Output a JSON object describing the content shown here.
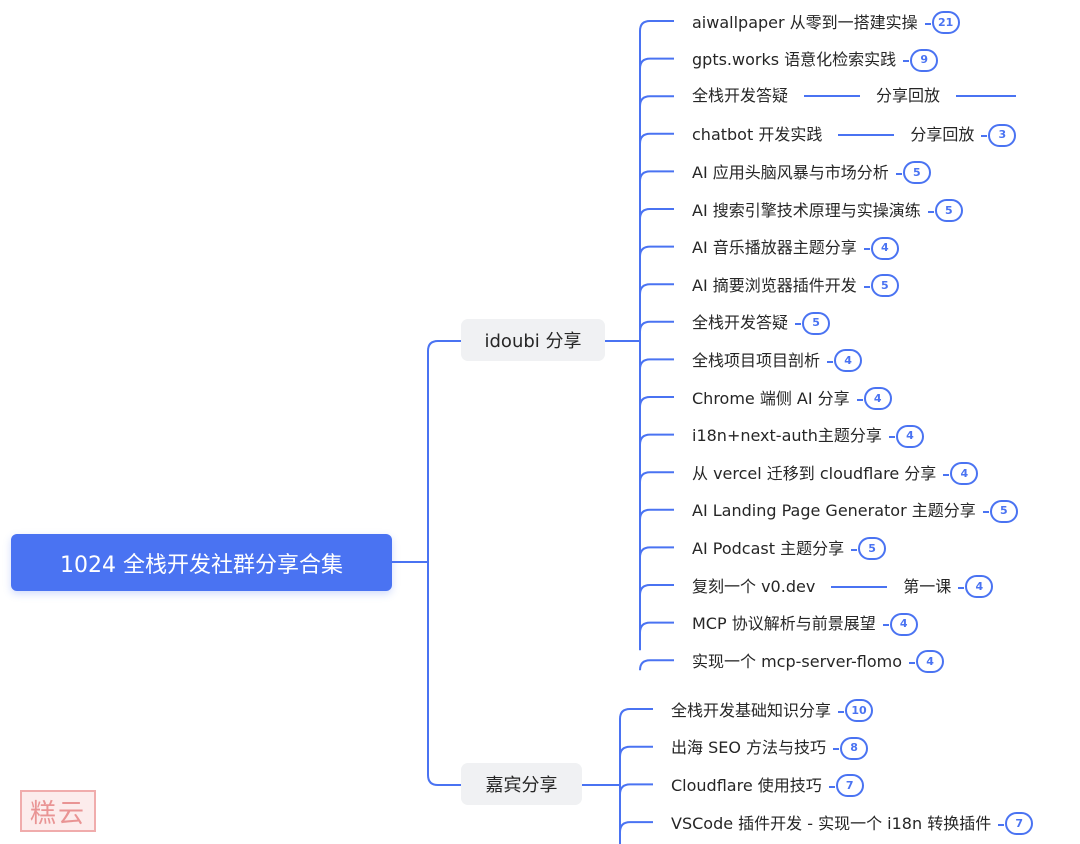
{
  "root": {
    "label": "1024 全栈开发社群分享合集"
  },
  "branches": [
    {
      "label": "idoubi 分享",
      "children": [
        {
          "label": "aiwallpaper 从零到一搭建实操",
          "count": "21"
        },
        {
          "label": "gpts.works 语意化检索实践",
          "count": "9"
        },
        {
          "label": "全栈开发答疑",
          "sub": "分享回放",
          "count": null
        },
        {
          "label": "chatbot 开发实践",
          "sub": "分享回放",
          "count": "3"
        },
        {
          "label": "AI 应用头脑风暴与市场分析",
          "count": "5"
        },
        {
          "label": "AI 搜索引擎技术原理与实操演练",
          "count": "5"
        },
        {
          "label": "AI 音乐播放器主题分享",
          "count": "4"
        },
        {
          "label": "AI 摘要浏览器插件开发",
          "count": "5"
        },
        {
          "label": "全栈开发答疑",
          "count": "5"
        },
        {
          "label": "全栈项目项目剖析",
          "count": "4"
        },
        {
          "label": "Chrome 端侧  AI 分享",
          "count": "4"
        },
        {
          "label": "i18n+next-auth主题分享",
          "count": "4"
        },
        {
          "label": "从 vercel 迁移到 cloudflare 分享",
          "count": "4"
        },
        {
          "label": "AI Landing Page Generator 主题分享",
          "count": "5"
        },
        {
          "label": "AI Podcast 主题分享",
          "count": "5"
        },
        {
          "label": "复刻一个 v0.dev",
          "sub": "第一课",
          "count": "4"
        },
        {
          "label": "MCP 协议解析与前景展望",
          "count": "4"
        },
        {
          "label": "实现一个 mcp-server-flomo",
          "count": "4"
        }
      ]
    },
    {
      "label": "嘉宾分享",
      "children": [
        {
          "label": "全栈开发基础知识分享",
          "count": "10"
        },
        {
          "label": "出海 SEO 方法与技巧",
          "count": "8"
        },
        {
          "label": "Cloudflare 使用技巧",
          "count": "7"
        },
        {
          "label": "VSCode 插件开发 - 实现一个 i18n 转换插件",
          "count": "7"
        }
      ]
    }
  ],
  "watermark": {
    "text": "糕云"
  },
  "colors": {
    "accent": "#4a73f2",
    "branch_bg": "#f0f1f3",
    "text": "#262626"
  }
}
